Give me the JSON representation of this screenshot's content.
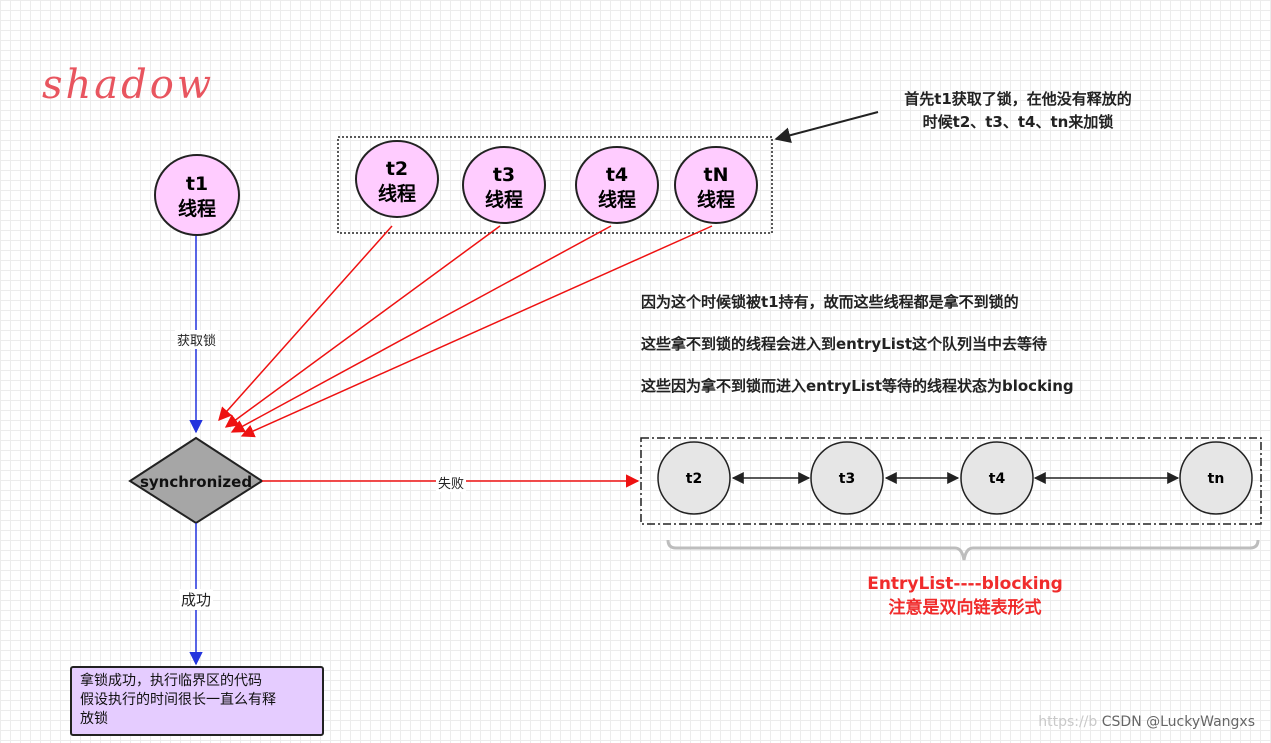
{
  "logo": "shadow",
  "callout": {
    "line1": "首先t1获取了锁，在他没有释放的",
    "line2": "时候t2、t3、t4、tn来加锁"
  },
  "t1": {
    "name": "t1",
    "label": "线程"
  },
  "waiting_threads": [
    {
      "name": "t2",
      "label": "线程"
    },
    {
      "name": "t3",
      "label": "线程"
    },
    {
      "name": "t4",
      "label": "线程"
    },
    {
      "name": "tN",
      "label": "线程"
    }
  ],
  "edge_labels": {
    "acquire": "获取锁",
    "fail": "失败",
    "success": "成功"
  },
  "decision": "synchronized",
  "notes": [
    "因为这个时候锁被t1持有，故而这些线程都是拿不到锁的",
    "这些拿不到锁的线程会进入到entryList这个队列当中去等待",
    "这些因为拿不到锁而进入entryList等待的线程状态为blocking"
  ],
  "entry_list": [
    "t2",
    "t3",
    "t4",
    "tn"
  ],
  "entry_caption": {
    "line1": "EntryList----blocking",
    "line2": "注意是双向链表形式"
  },
  "result_box": {
    "line1": "拿锁成功，执行临界区的代码",
    "line2": "假设执行的时间很长一直么有释",
    "line3": "放锁"
  },
  "watermark": {
    "faint": "https://b",
    "main": "CSDN @LuckyWangxs"
  },
  "colors": {
    "thread_fill": "#ffccff",
    "entry_fill": "#e6e6e6",
    "decision_fill": "#a6a6a6",
    "blue_arrow": "#2233dd",
    "red_arrow": "#ee1111",
    "caption_red": "#f02b2b",
    "result_fill": "#e5ccff"
  }
}
